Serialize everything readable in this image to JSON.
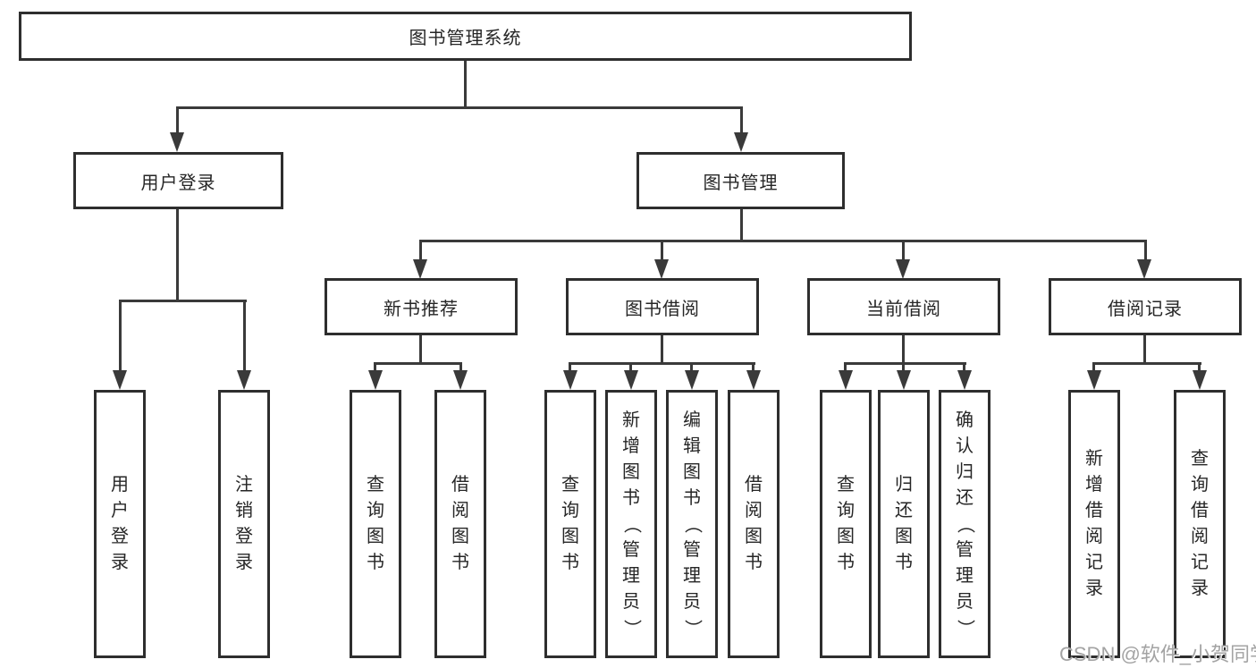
{
  "tree": {
    "root": {
      "label": "图书管理系统"
    },
    "user_branch": {
      "label": "用户登录",
      "children": [
        {
          "label": "用户登录"
        },
        {
          "label": "注销登录"
        }
      ]
    },
    "book_branch": {
      "label": "图书管理",
      "groups": [
        {
          "label": "新书推荐",
          "children": [
            {
              "label": "查询图书"
            },
            {
              "label": "借阅图书"
            }
          ]
        },
        {
          "label": "图书借阅",
          "children": [
            {
              "label": "查询图书"
            },
            {
              "label": "新增图书（管理员）"
            },
            {
              "label": "编辑图书（管理员）"
            },
            {
              "label": "借阅图书"
            }
          ]
        },
        {
          "label": "当前借阅",
          "children": [
            {
              "label": "查询图书"
            },
            {
              "label": "归还图书"
            },
            {
              "label": "确认归还（管理员）"
            }
          ]
        },
        {
          "label": "借阅记录",
          "children": [
            {
              "label": "新增借阅记录"
            },
            {
              "label": "查询借阅记录"
            }
          ]
        }
      ]
    }
  },
  "watermark": {
    "text": "CSDN @软件_小贺同学"
  },
  "colors": {
    "line": "#3a3a3a",
    "box_border": "#2e2e2e",
    "text": "#262626",
    "watermark": "#a3a3a3",
    "background": "#ffffff"
  }
}
